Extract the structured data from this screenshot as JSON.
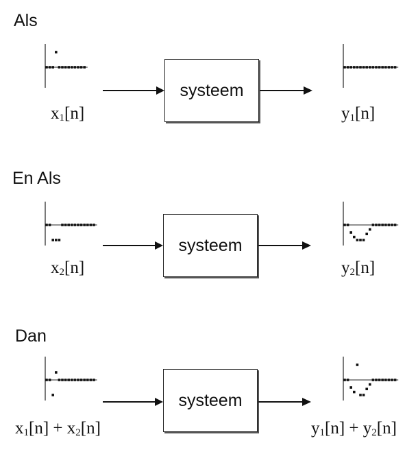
{
  "rows": [
    {
      "heading": "Als",
      "box_label": "systeem",
      "input": {
        "name": "x",
        "sub": "1",
        "tail": "[n]",
        "sum": null
      },
      "output": {
        "name": "y",
        "sub": "1",
        "tail": "[n]",
        "sum": null
      },
      "input_samples": [
        0,
        0,
        0,
        1,
        0,
        0,
        0,
        0,
        0,
        0,
        0,
        0,
        0
      ],
      "output_samples": [
        0,
        0,
        0,
        0,
        0,
        0,
        0,
        0,
        0,
        0,
        0,
        0,
        0,
        0,
        0,
        0,
        0
      ]
    },
    {
      "heading": "En Als",
      "box_label": "systeem",
      "input": {
        "name": "x",
        "sub": "2",
        "tail": "[n]",
        "sum": null
      },
      "output": {
        "name": "y",
        "sub": "2",
        "tail": "[n]",
        "sum": null
      },
      "input_samples": [
        0,
        0,
        -1,
        -1,
        -1,
        0,
        0,
        0,
        0,
        0,
        0,
        0,
        0,
        0,
        0,
        0
      ],
      "output_samples": [
        0,
        0,
        -0.5,
        -0.8,
        -1,
        -1,
        -1,
        -0.6,
        -0.3,
        0,
        0,
        0,
        0,
        0,
        0,
        0,
        0
      ]
    },
    {
      "heading": "Dan",
      "box_label": "systeem",
      "input": {
        "name": "x",
        "sub": "1",
        "tail": "[n]",
        "sum": {
          "op": "+",
          "name": "x",
          "sub": "2",
          "tail": "[n]"
        }
      },
      "output": {
        "name": "y",
        "sub": "1",
        "tail": "[n]",
        "sum": {
          "op": "+",
          "name": "y",
          "sub": "2",
          "tail": "[n]"
        }
      },
      "input_samples": [
        0,
        0,
        -1,
        0.5,
        0,
        0,
        0,
        0,
        0,
        0,
        0,
        0,
        0,
        0,
        0,
        0
      ],
      "output_samples": [
        0,
        0,
        -0.5,
        -0.8,
        1,
        -1,
        -1,
        -0.6,
        -0.3,
        0,
        0,
        0,
        0,
        0,
        0,
        0,
        0
      ]
    }
  ]
}
